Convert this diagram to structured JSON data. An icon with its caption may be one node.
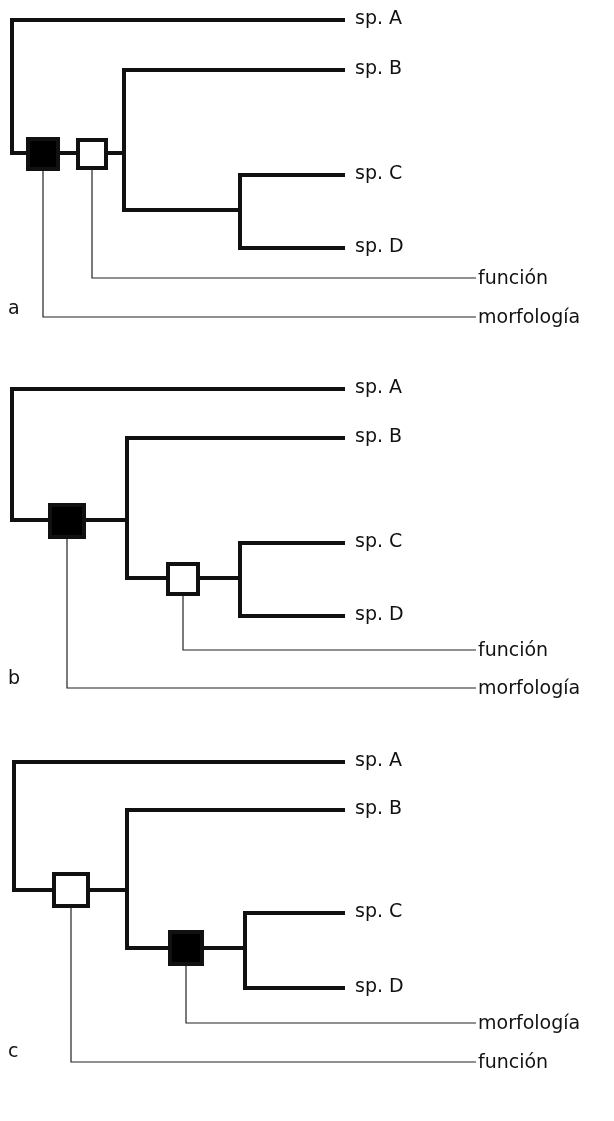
{
  "diagram": {
    "nodes": [
      {
        "text": [],
        "shape": "block"
      },
      {
        "text": [],
        "shape": "box"
      },
      {
        "text": [
          "función"
        ]
      },
      {
        "text": [
          "morfología"
        ]
      },
      {
        "text": [],
        "shape": "block"
      },
      {
        "text": [],
        "shape": "box"
      },
      {
        "text": [
          "función"
        ]
      },
      {
        "text": [
          "morfología"
        ]
      },
      {
        "text": [],
        "shape": "box"
      },
      {
        "text": [],
        "shape": "block"
      },
      {
        "text": [
          "morfología"
        ]
      },
      {
        "text": [
          "función"
        ]
      }
    ],
    "edges": [
      {
        "from": 2,
        "to": 1,
        "arrow": "none"
      },
      {
        "from": 3,
        "to": 0,
        "arrow": "none"
      },
      {
        "from": 6,
        "to": 5,
        "arrow": "none"
      },
      {
        "from": 7,
        "to": 4,
        "arrow": "none"
      },
      {
        "from": 10,
        "to": 9,
        "arrow": "none"
      },
      {
        "from": 11,
        "to": 8,
        "arrow": "none"
      }
    ],
    "labels": [
      "sp. A",
      "sp. B",
      "sp. C",
      "sp. D",
      "a",
      "sp. A",
      "sp. B",
      "sp. C",
      "sp. D",
      "b",
      "sp. A",
      "sp. B",
      "sp. C",
      "sp. D",
      "c"
    ]
  }
}
